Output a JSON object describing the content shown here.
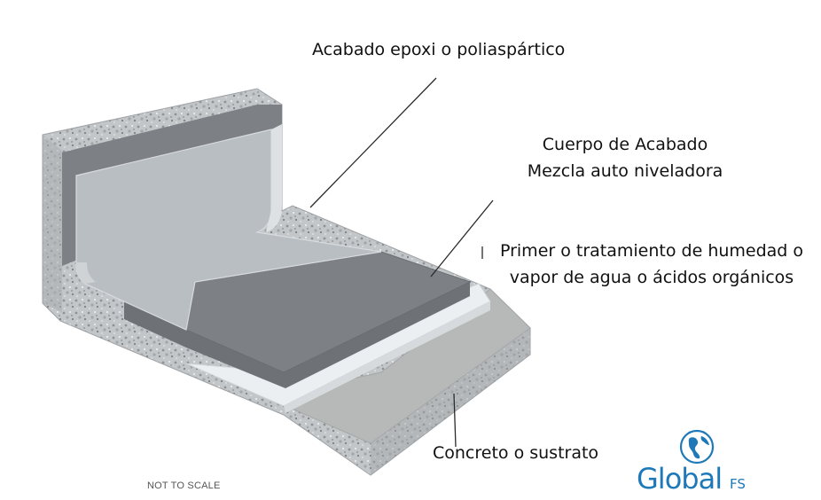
{
  "labels": {
    "finish": "Acabado epoxi o poliaspártico",
    "body_line1": "Cuerpo de Acabado",
    "body_line2": "Mezcla auto niveladora",
    "primer_line1": "Primer o tratamiento de humedad o",
    "primer_line2": "vapor de agua o ácidos orgánicos",
    "concrete": "Concreto o sustrato",
    "scale_note": "NOT TO SCALE"
  },
  "logo": {
    "text": "Global",
    "suffix": "FS",
    "icon": "globe-icon",
    "color": "#1f79b8"
  },
  "colors": {
    "concrete": "#b7b8b8",
    "primer": "#eceff1",
    "self_leveling": "#7d8084",
    "finish": "#b9bec3",
    "leader_line": "#2a2a2a"
  }
}
